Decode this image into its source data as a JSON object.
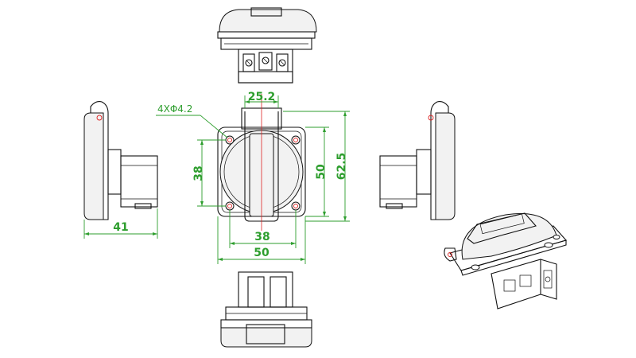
{
  "dimensions": {
    "width_top": "25.2",
    "hole_spec": "4XΦ4.2",
    "height_38": "38",
    "height_50": "50",
    "height_62_5": "62.5",
    "depth_41": "41",
    "width_38": "38",
    "width_50": "50"
  },
  "colors": {
    "dimension": "#2e9e2e",
    "centerline": "#d22222",
    "outline": "#111111"
  }
}
